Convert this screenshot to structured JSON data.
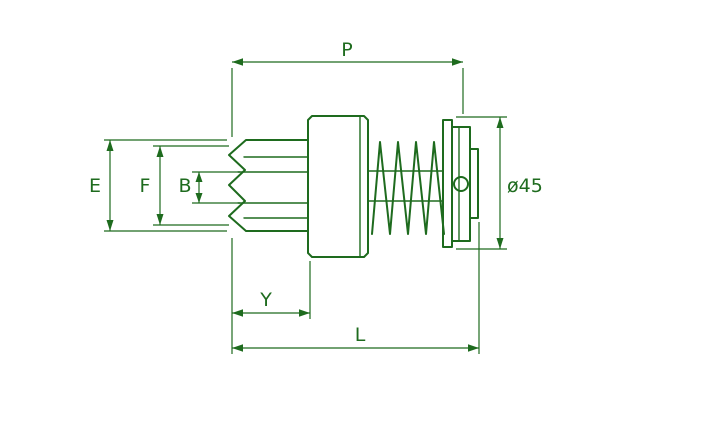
{
  "page": {
    "background_color": "#ffffff"
  },
  "drawing": {
    "kind": "technical-drawing",
    "line_color": "#1e6b1e",
    "label_color": "#1e6b1e",
    "dimension_labels": {
      "p": "P",
      "e": "E",
      "f": "F",
      "b": "B",
      "y": "Y",
      "l": "L",
      "diameter": "ø45"
    }
  }
}
